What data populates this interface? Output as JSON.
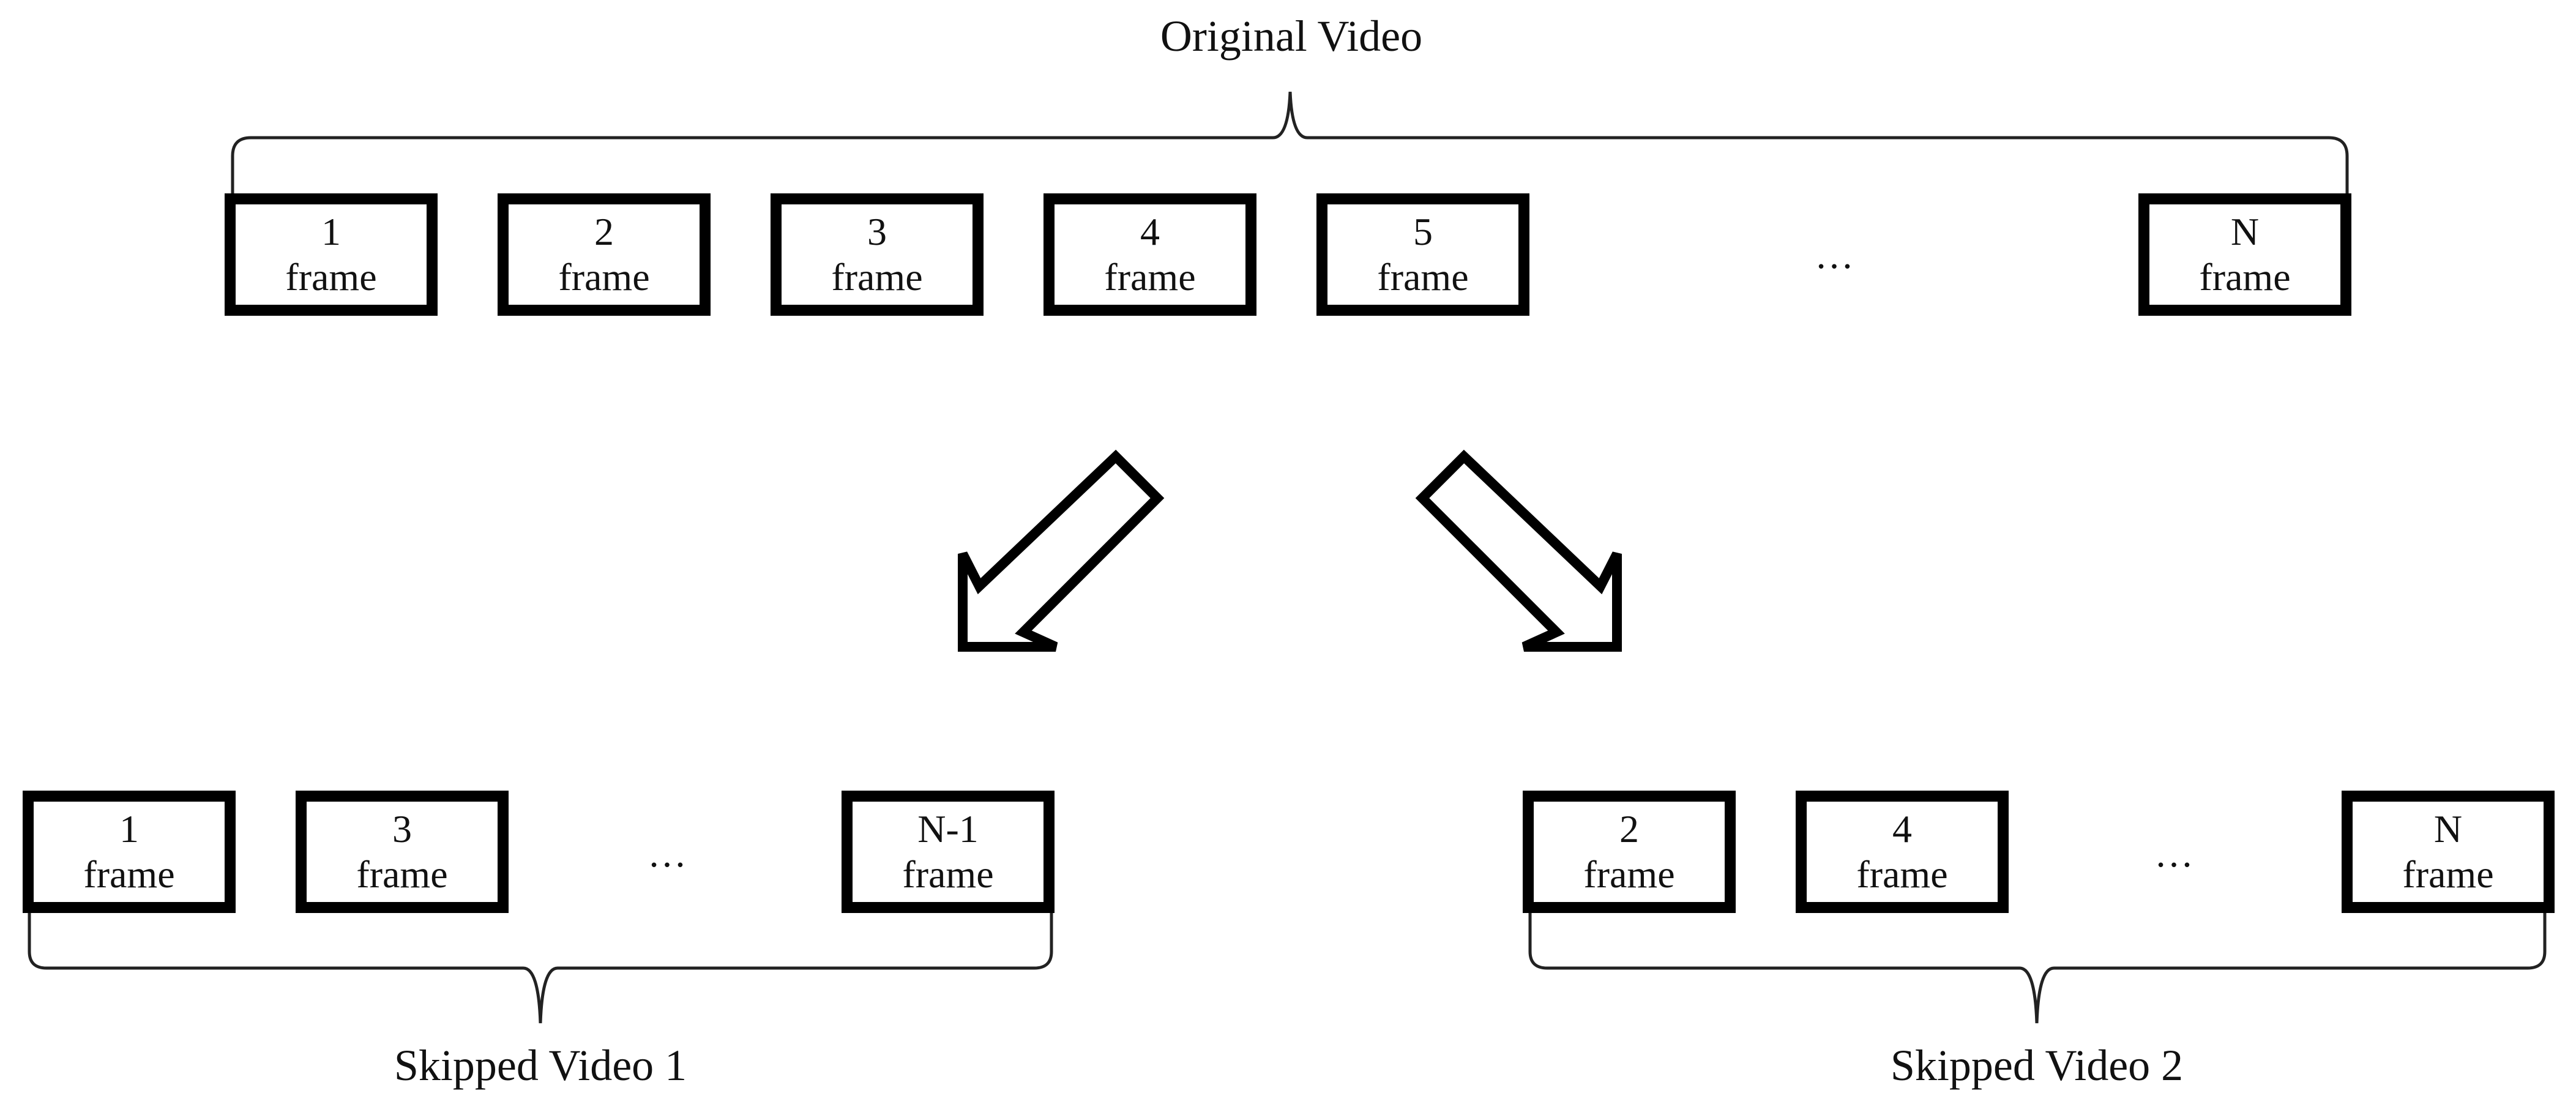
{
  "original": {
    "label": "Original Video",
    "frames": [
      {
        "num": "1",
        "word": "frame"
      },
      {
        "num": "2",
        "word": "frame"
      },
      {
        "num": "3",
        "word": "frame"
      },
      {
        "num": "4",
        "word": "frame"
      },
      {
        "num": "5",
        "word": "frame"
      },
      {
        "num": "N",
        "word": "frame"
      }
    ],
    "ellipsis": "…"
  },
  "skipped1": {
    "label": "Skipped Video 1",
    "frames": [
      {
        "num": "1",
        "word": "frame"
      },
      {
        "num": "3",
        "word": "frame"
      },
      {
        "num": "N-1",
        "word": "frame"
      }
    ],
    "ellipsis": "…"
  },
  "skipped2": {
    "label": "Skipped Video 2",
    "frames": [
      {
        "num": "2",
        "word": "frame"
      },
      {
        "num": "4",
        "word": "frame"
      },
      {
        "num": "N",
        "word": "frame"
      }
    ],
    "ellipsis": "…"
  }
}
